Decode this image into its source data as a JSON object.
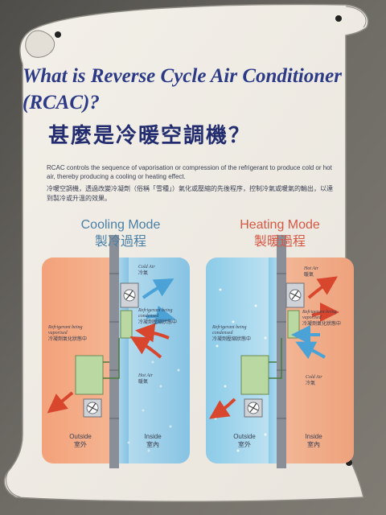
{
  "heading": {
    "english": "What is Reverse Cycle Air Conditioner (RCAC)?",
    "chinese": "甚麼是冷暖空調機？"
  },
  "intro": {
    "english": "RCAC controls the sequence of vaporisation or compression of the refrigerant to produce cold or hot air, thereby producing a cooling or heating effect.",
    "chinese": "冷暖空調機，透過改變冷凝劑（俗稱「雪種」）氣化或壓縮的先後程序，控制冷氣或暖氣的輸出，以達到製冷或升溫的效果。"
  },
  "cooling": {
    "title": "Cooling Mode",
    "title_zh": "製冷過程",
    "cold_air": "Cold Air",
    "cold_air_zh": "冷氣",
    "condensed": "Refrigerant being condensed",
    "condensed_zh": "冷凝劑壓縮狀態中",
    "vaporised": "Refrigerant being vaporised",
    "vaporised_zh": "冷凝劑氣化狀態中",
    "hot_air": "Hot Air",
    "hot_air_zh": "暖氣",
    "outside": "Outside",
    "outside_zh": "室外",
    "inside": "Inside",
    "inside_zh": "室內"
  },
  "heating": {
    "title": "Heating Mode",
    "title_zh": "製暖過程",
    "hot_air": "Hot Air",
    "hot_air_zh": "暖氣",
    "vaporised": "Refrigerant being vaporised",
    "vaporised_zh": "冷凝劑氣化狀態中",
    "condensed": "Refrigerant being condensed",
    "condensed_zh": "冷凝劑壓縮狀態中",
    "cold_air": "Cold Air",
    "cold_air_zh": "冷氣",
    "outside": "Outside",
    "outside_zh": "室外",
    "inside": "Inside",
    "inside_zh": "室內"
  },
  "colors": {
    "heading_blue": "#2c3a86",
    "cool_accent": "#4a7fa6",
    "heat_accent": "#d65844",
    "warm_panel": "#efaa80",
    "cool_panel": "#a9d4ea"
  }
}
